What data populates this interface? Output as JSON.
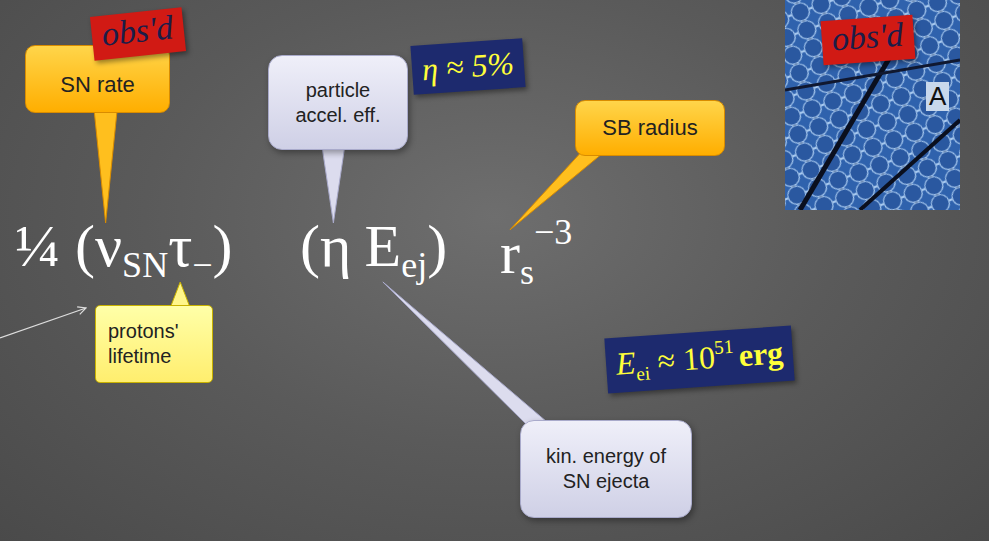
{
  "diagram": {
    "nodes": [
      {
        "text": [
          "SN rate"
        ]
      },
      {
        "text": [
          "obs'd"
        ]
      },
      {
        "text": [
          "particle accel. eff."
        ]
      },
      {
        "text": [
          "η ≈ 5%"
        ]
      },
      {
        "text": [
          "SB radius"
        ]
      },
      {
        "text": [
          "obs'd"
        ]
      },
      {
        "text": [
          "protons' lifetime"
        ]
      },
      {
        "text": [
          "E",
          "ei",
          "≈ 10",
          "51",
          "erg"
        ]
      },
      {
        "text": [
          "kin. energy of SN ejecta"
        ]
      }
    ],
    "labels": [
      "¼",
      "(ν",
      "SN",
      "τ",
      "−",
      ")",
      "(η",
      "E",
      "ej",
      ")",
      "r",
      "s",
      "−3",
      "A"
    ]
  }
}
